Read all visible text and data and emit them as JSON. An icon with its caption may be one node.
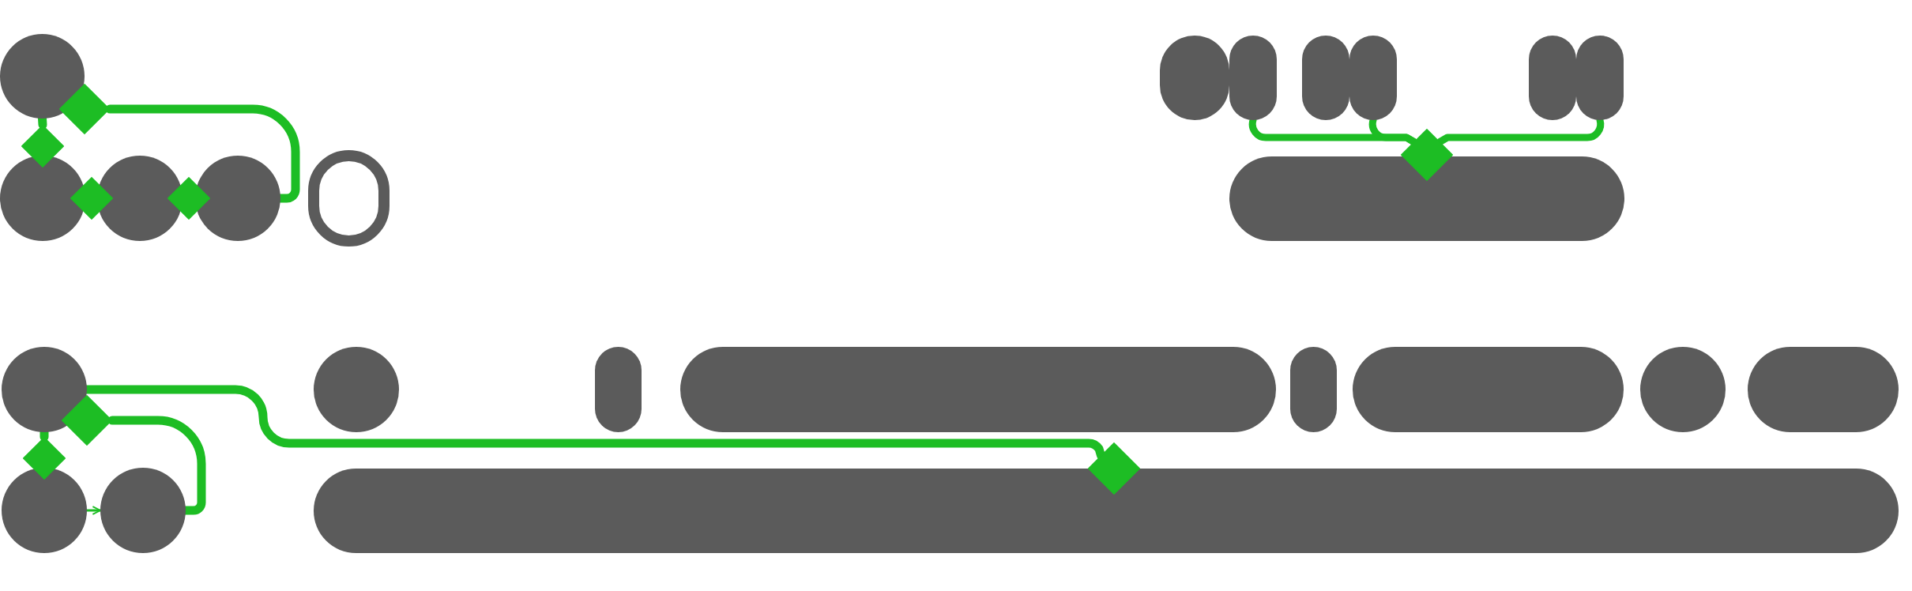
{
  "diagram": {
    "nodes": [
      {
        "text": [],
        "shape": "circle"
      },
      {
        "text": [],
        "shape": "diamond"
      },
      {
        "text": [],
        "shape": "diamond"
      },
      {
        "text": [],
        "shape": "circle"
      },
      {
        "text": [],
        "shape": "diamond"
      },
      {
        "text": [],
        "shape": "circle"
      },
      {
        "text": [],
        "shape": "diamond"
      },
      {
        "text": [],
        "shape": "circle"
      },
      {
        "text": [],
        "shape": "box"
      },
      {
        "text": [],
        "shape": "box"
      },
      {
        "text": [],
        "shape": "box"
      },
      {
        "text": [],
        "shape": "box"
      },
      {
        "text": [],
        "shape": "box"
      },
      {
        "text": [],
        "shape": "box"
      },
      {
        "text": [],
        "shape": "box"
      },
      {
        "text": [],
        "shape": "diamond"
      },
      {
        "text": [],
        "shape": "box"
      },
      {
        "text": [],
        "shape": "circle"
      },
      {
        "text": [],
        "shape": "diamond"
      },
      {
        "text": [],
        "shape": "diamond"
      },
      {
        "text": [],
        "shape": "circle"
      },
      {
        "text": [],
        "shape": "circle"
      },
      {
        "text": [],
        "shape": "circle"
      },
      {
        "text": [],
        "shape": "box"
      },
      {
        "text": [],
        "shape": "box"
      },
      {
        "text": [],
        "shape": "box"
      },
      {
        "text": [],
        "shape": "box"
      },
      {
        "text": [],
        "shape": "circle"
      },
      {
        "text": [],
        "shape": "box"
      },
      {
        "text": [],
        "shape": "diamond"
      },
      {
        "text": [],
        "shape": "box"
      }
    ],
    "edges": [
      {
        "from": 0,
        "to": 2,
        "arrow": "none"
      },
      {
        "from": 1,
        "to": 7,
        "arrow": "none"
      },
      {
        "from": 10,
        "to": 15,
        "arrow": "none"
      },
      {
        "from": 12,
        "to": 15,
        "arrow": "none"
      },
      {
        "from": 14,
        "to": 15,
        "arrow": "none"
      },
      {
        "from": 17,
        "to": 29,
        "arrow": "none"
      },
      {
        "from": 17,
        "to": 19,
        "arrow": "none"
      },
      {
        "from": 18,
        "to": 21,
        "arrow": "none"
      },
      {
        "from": 20,
        "to": 21,
        "arrow": "to"
      }
    ]
  }
}
